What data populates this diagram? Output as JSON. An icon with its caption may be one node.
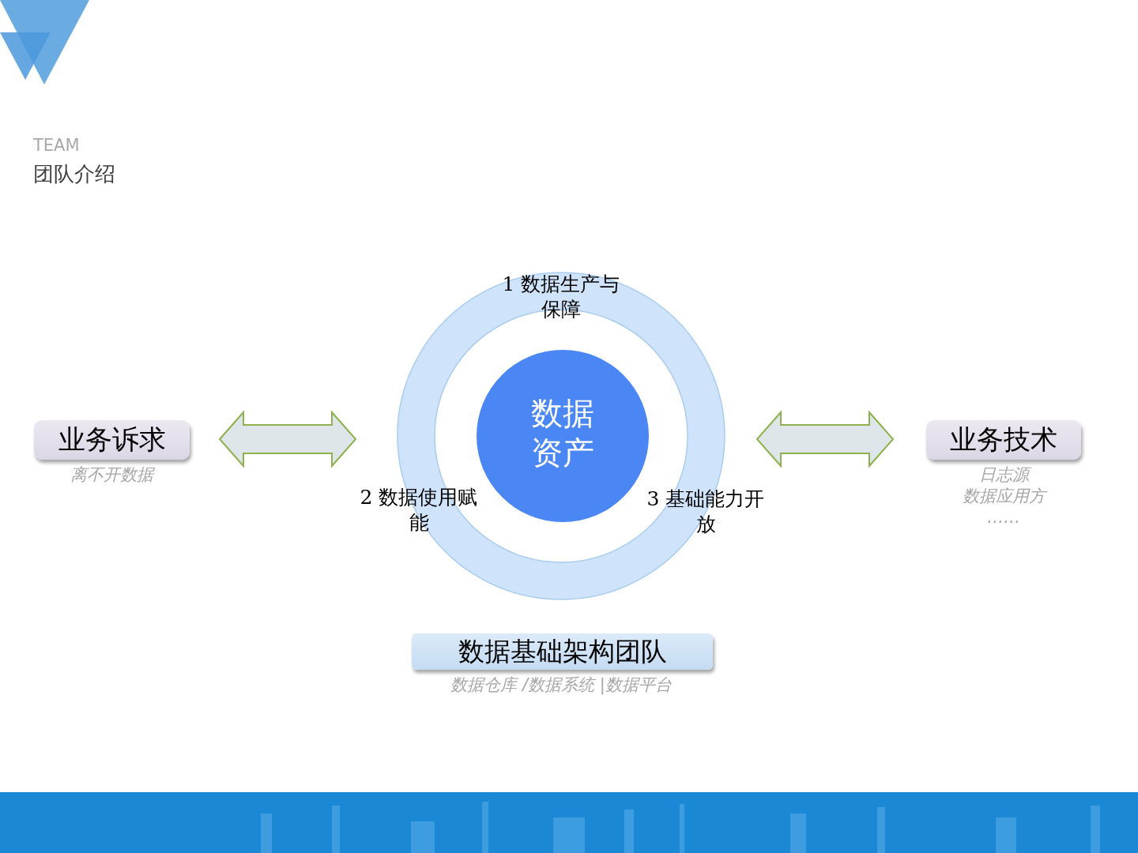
{
  "diagram": {
    "title": "团队介绍",
    "nodes": [
      {
        "text": [
          "业务诉求"
        ],
        "beside": [
          "离不开数据"
        ]
      },
      {
        "text": [
          "1 数据生产与保障",
          "2 数据使用赋能",
          "3 基础能力开放"
        ]
      },
      {
        "text": [
          "数据资产"
        ],
        "in": 1
      },
      {
        "text": [
          "业务技术"
        ],
        "beside": [
          "日志源",
          "数据应用方",
          "……"
        ]
      },
      {
        "text": [
          "数据基础架构团队"
        ],
        "beside": [
          "数据仓库 /数据系统 |数据平台"
        ]
      }
    ],
    "edges": [
      {
        "from": 0,
        "to": 1,
        "arrow": "both"
      },
      {
        "from": 1,
        "to": 3,
        "arrow": "both"
      }
    ],
    "labels": [
      "TEAM"
    ]
  }
}
